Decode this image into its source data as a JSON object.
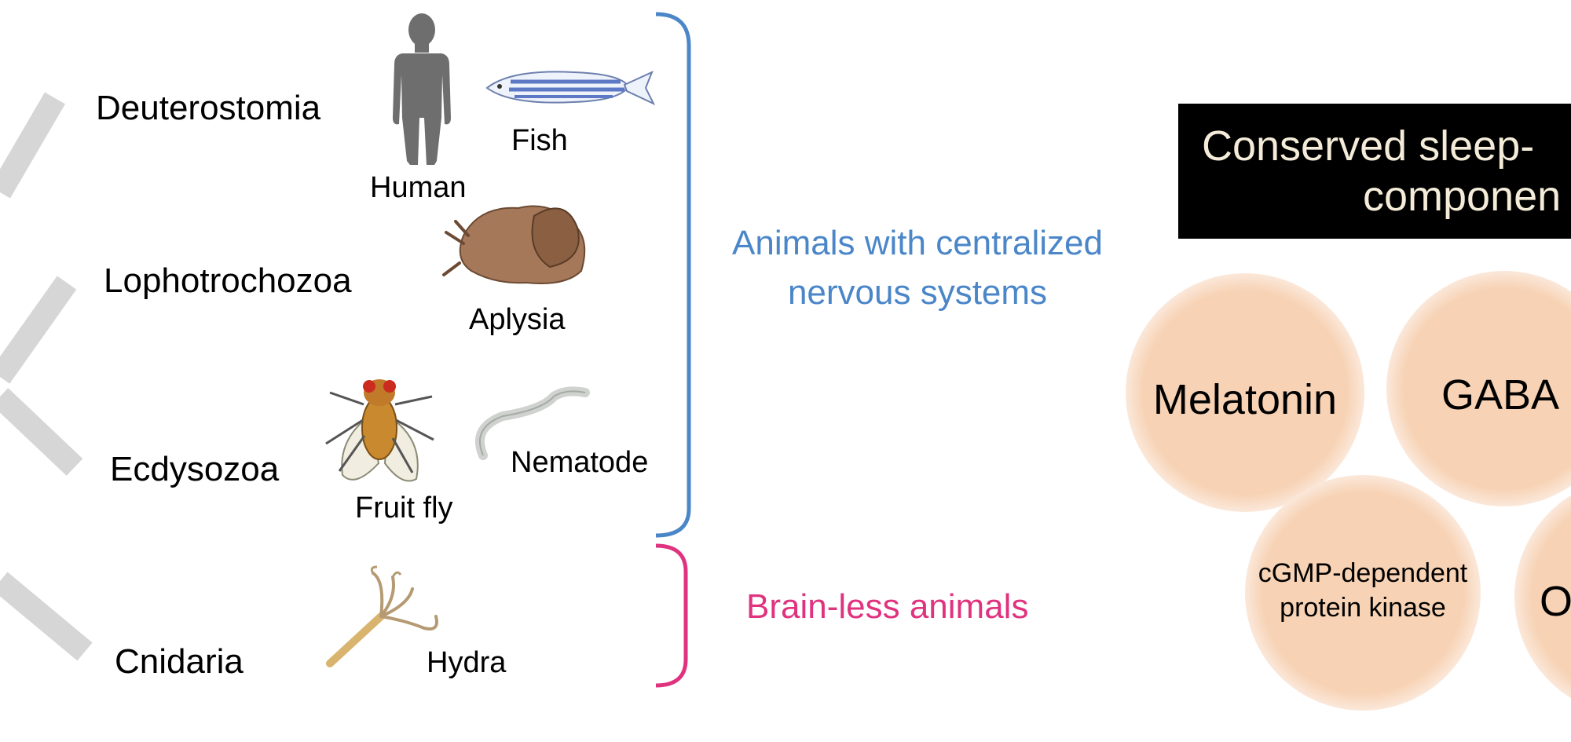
{
  "clades": [
    {
      "name": "Deuterostomia"
    },
    {
      "name": "Lophotrochozoa"
    },
    {
      "name": "Ecdysozoa"
    },
    {
      "name": "Cnidaria"
    }
  ],
  "organisms": {
    "human": "Human",
    "fish": "Fish",
    "aplysia": "Aplysia",
    "fruit_fly": "Fruit fly",
    "nematode": "Nematode",
    "hydra": "Hydra"
  },
  "groups": {
    "centralized_line1": "Animals with centralized",
    "centralized_line2": "nervous systems",
    "brainless": "Brain-less animals"
  },
  "banner": {
    "line1": "Conserved sleep-",
    "line2": "componen"
  },
  "components": {
    "melatonin": "Melatonin",
    "gaba": "GABA",
    "cgmp_line1": "cGMP-dependent",
    "cgmp_line2": "protein kinase",
    "partial": "O"
  },
  "colors": {
    "centralized_bracket": "#4a86c8",
    "brainless_bracket": "#e0337f",
    "circle_fill": "#f7d4b8",
    "tree_branch": "#d9d9d9",
    "banner_bg": "#000000"
  }
}
